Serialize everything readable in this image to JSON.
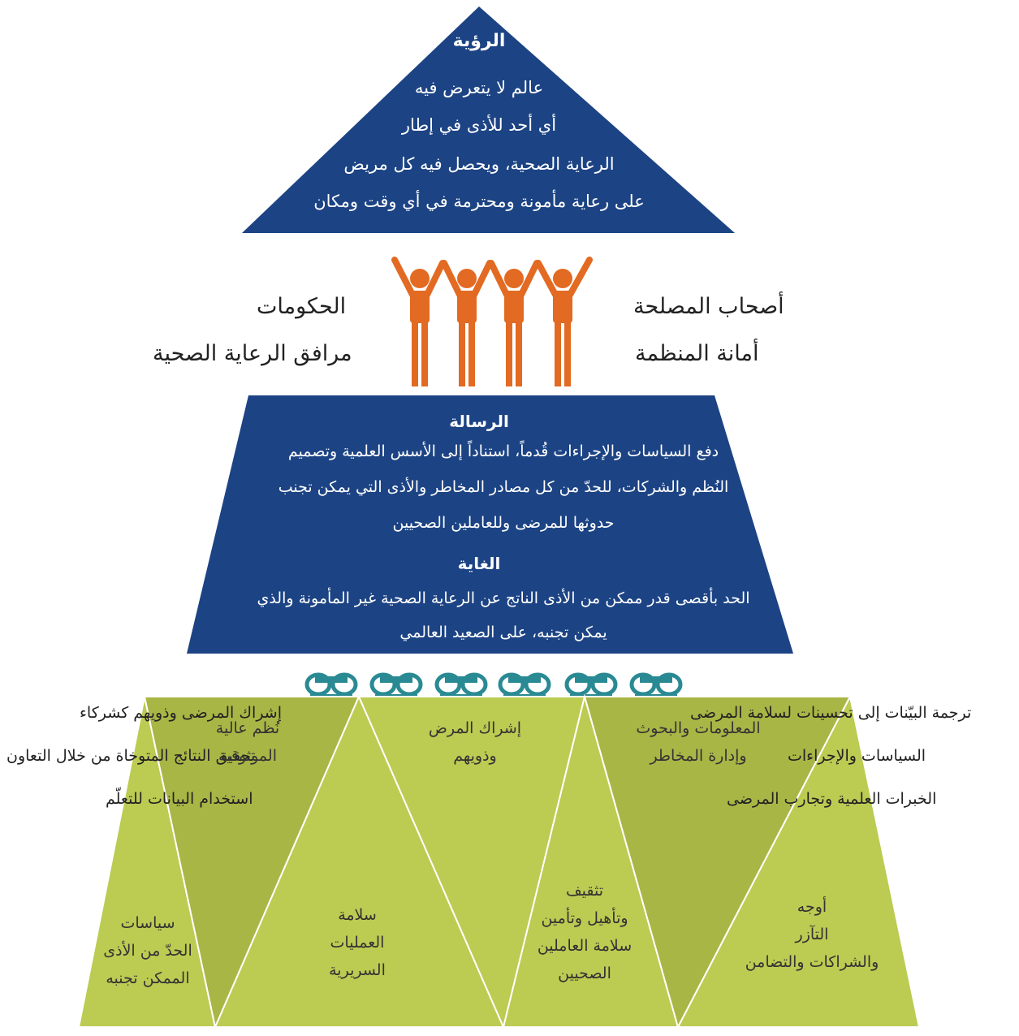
{
  "vision": {
    "title": "الرؤية",
    "lines": [
      "عالم لا يتعرض فيه",
      "أي أحد للأذى في إطار",
      "الرعاية الصحية، ويحصل فيه كل مريض",
      "على رعاية مأمونة ومحترمة في أي وقت ومكان"
    ]
  },
  "stakeholders": {
    "left": [
      "الحكومات",
      "مرافق الرعاية الصحية"
    ],
    "right": [
      "أصحاب المصلحة",
      "أمانة المنظمة"
    ]
  },
  "mission": {
    "title": "الرسالة",
    "lines": [
      "دفع السياسات والإجراءات قُدماً، استناداً إلى الأسس العلمية وتصميم",
      "النُظم والشركات، للحدّ من كل مصادر المخاطر والأذى التي يمكن تجنب",
      "حدوثها للمرضى وللعاملين الصحيين"
    ]
  },
  "goal": {
    "title": "الغاية",
    "lines": [
      "الحد بأقصى قدر ممكن من الأذى الناتج عن الرعاية الصحية غير المأمونة والذي",
      "يمكن تجنبه، على الصعيد العالمي"
    ]
  },
  "pillars": {
    "left": [
      "إشراك المرضى وذويهم كشركاء",
      "تحقيق النتائج المتوخاة من خلال التعاون",
      "استخدام البيانات للتعلّم"
    ],
    "right": [
      "ترجمة البيّنات إلى تحسينات لسلامة المرضى",
      "السياسات والإجراءات",
      "الخبرات العلمية وتجارب المرضى"
    ]
  },
  "base": {
    "items": [
      "سياسات\nالحدّ من الأذى\nالممكن تجنبه",
      "نُظم عالية\nالموثوقية",
      "سلامة\nالعمليات\nالسريرية",
      "إشراك المرض\nوذويهم",
      "تثقيف\nوتأهيل وتأمين\nسلامة العاملين\nالصحيين",
      "المعلومات والبحوث\nوإدارة المخاطر",
      "أوجه\nالتآزر\nوالشراكات والتضامن"
    ]
  },
  "colors": {
    "navy": "#1c4384",
    "orange": "#e36a22",
    "teal": "#2a8a93",
    "olive_light": "#bccb52",
    "olive_dark": "#a8b646"
  }
}
